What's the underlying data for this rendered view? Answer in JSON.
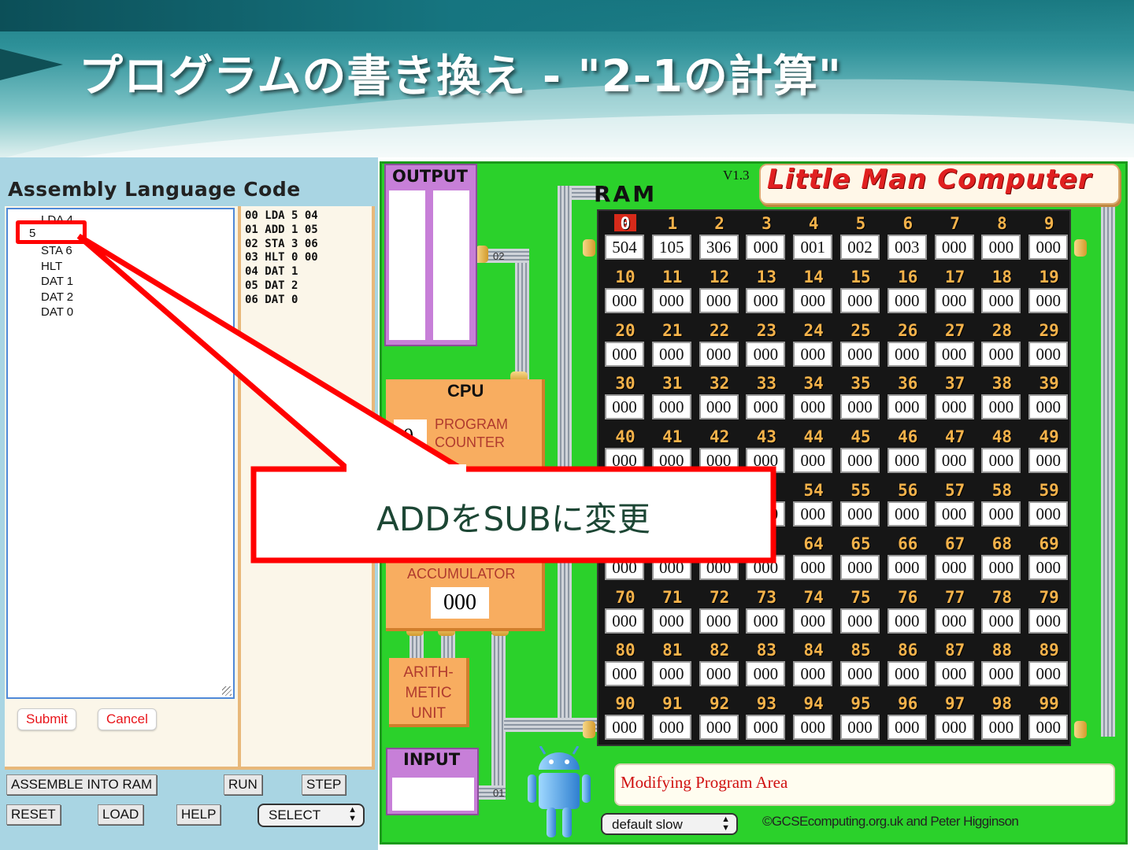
{
  "slide": {
    "title": "プログラムの書き換え - \"2-1の計算\""
  },
  "assembly": {
    "title": "Assembly Language Code",
    "editor_lines": [
      "LDA 4",
      "",
      "STA 6",
      "HLT",
      "DAT 1",
      "DAT 2",
      "DAT 0"
    ],
    "editing_value": "5",
    "submit_label": "Submit",
    "cancel_label": "Cancel",
    "listing": [
      "00 LDA 5 04",
      "01 ADD 1 05",
      "02 STA 3 06",
      "03 HLT 0 00",
      "04 DAT 1",
      "05 DAT 2",
      "06 DAT 0"
    ]
  },
  "controls": {
    "assemble": "ASSEMBLE INTO RAM",
    "run": "RUN",
    "step": "STEP",
    "reset": "RESET",
    "load": "LOAD",
    "help": "HELP",
    "select": "SELECT",
    "speed": "default slow"
  },
  "lmc": {
    "version": "V1.3",
    "title": "Little Man Computer",
    "ram_label": "RAM",
    "output_label": "OUTPUT",
    "cpu_label": "CPU",
    "pc_label_1": "PROGRAM",
    "pc_label_2": "COUNTER",
    "pc_value": "0",
    "acc_label": "ACCUMULATOR",
    "acc_value": "000",
    "alu_label_1": "ARITH-",
    "alu_label_2": "METIC",
    "alu_label_3": "UNIT",
    "input_label": "INPUT",
    "wire_out": "02",
    "wire_in": "01",
    "message": "Modifying Program Area",
    "copyright": "©GCSEcomputing.org.uk and Peter Higginson",
    "active_address": 0,
    "ram": [
      "504",
      "105",
      "306",
      "000",
      "001",
      "002",
      "003",
      "000",
      "000",
      "000"
    ]
  },
  "callout": {
    "text": "ADDをSUBに変更"
  },
  "colors": {
    "highlight": "#ff0000",
    "panel_green": "#2bd12b",
    "address_orange": "#f4b24a"
  }
}
